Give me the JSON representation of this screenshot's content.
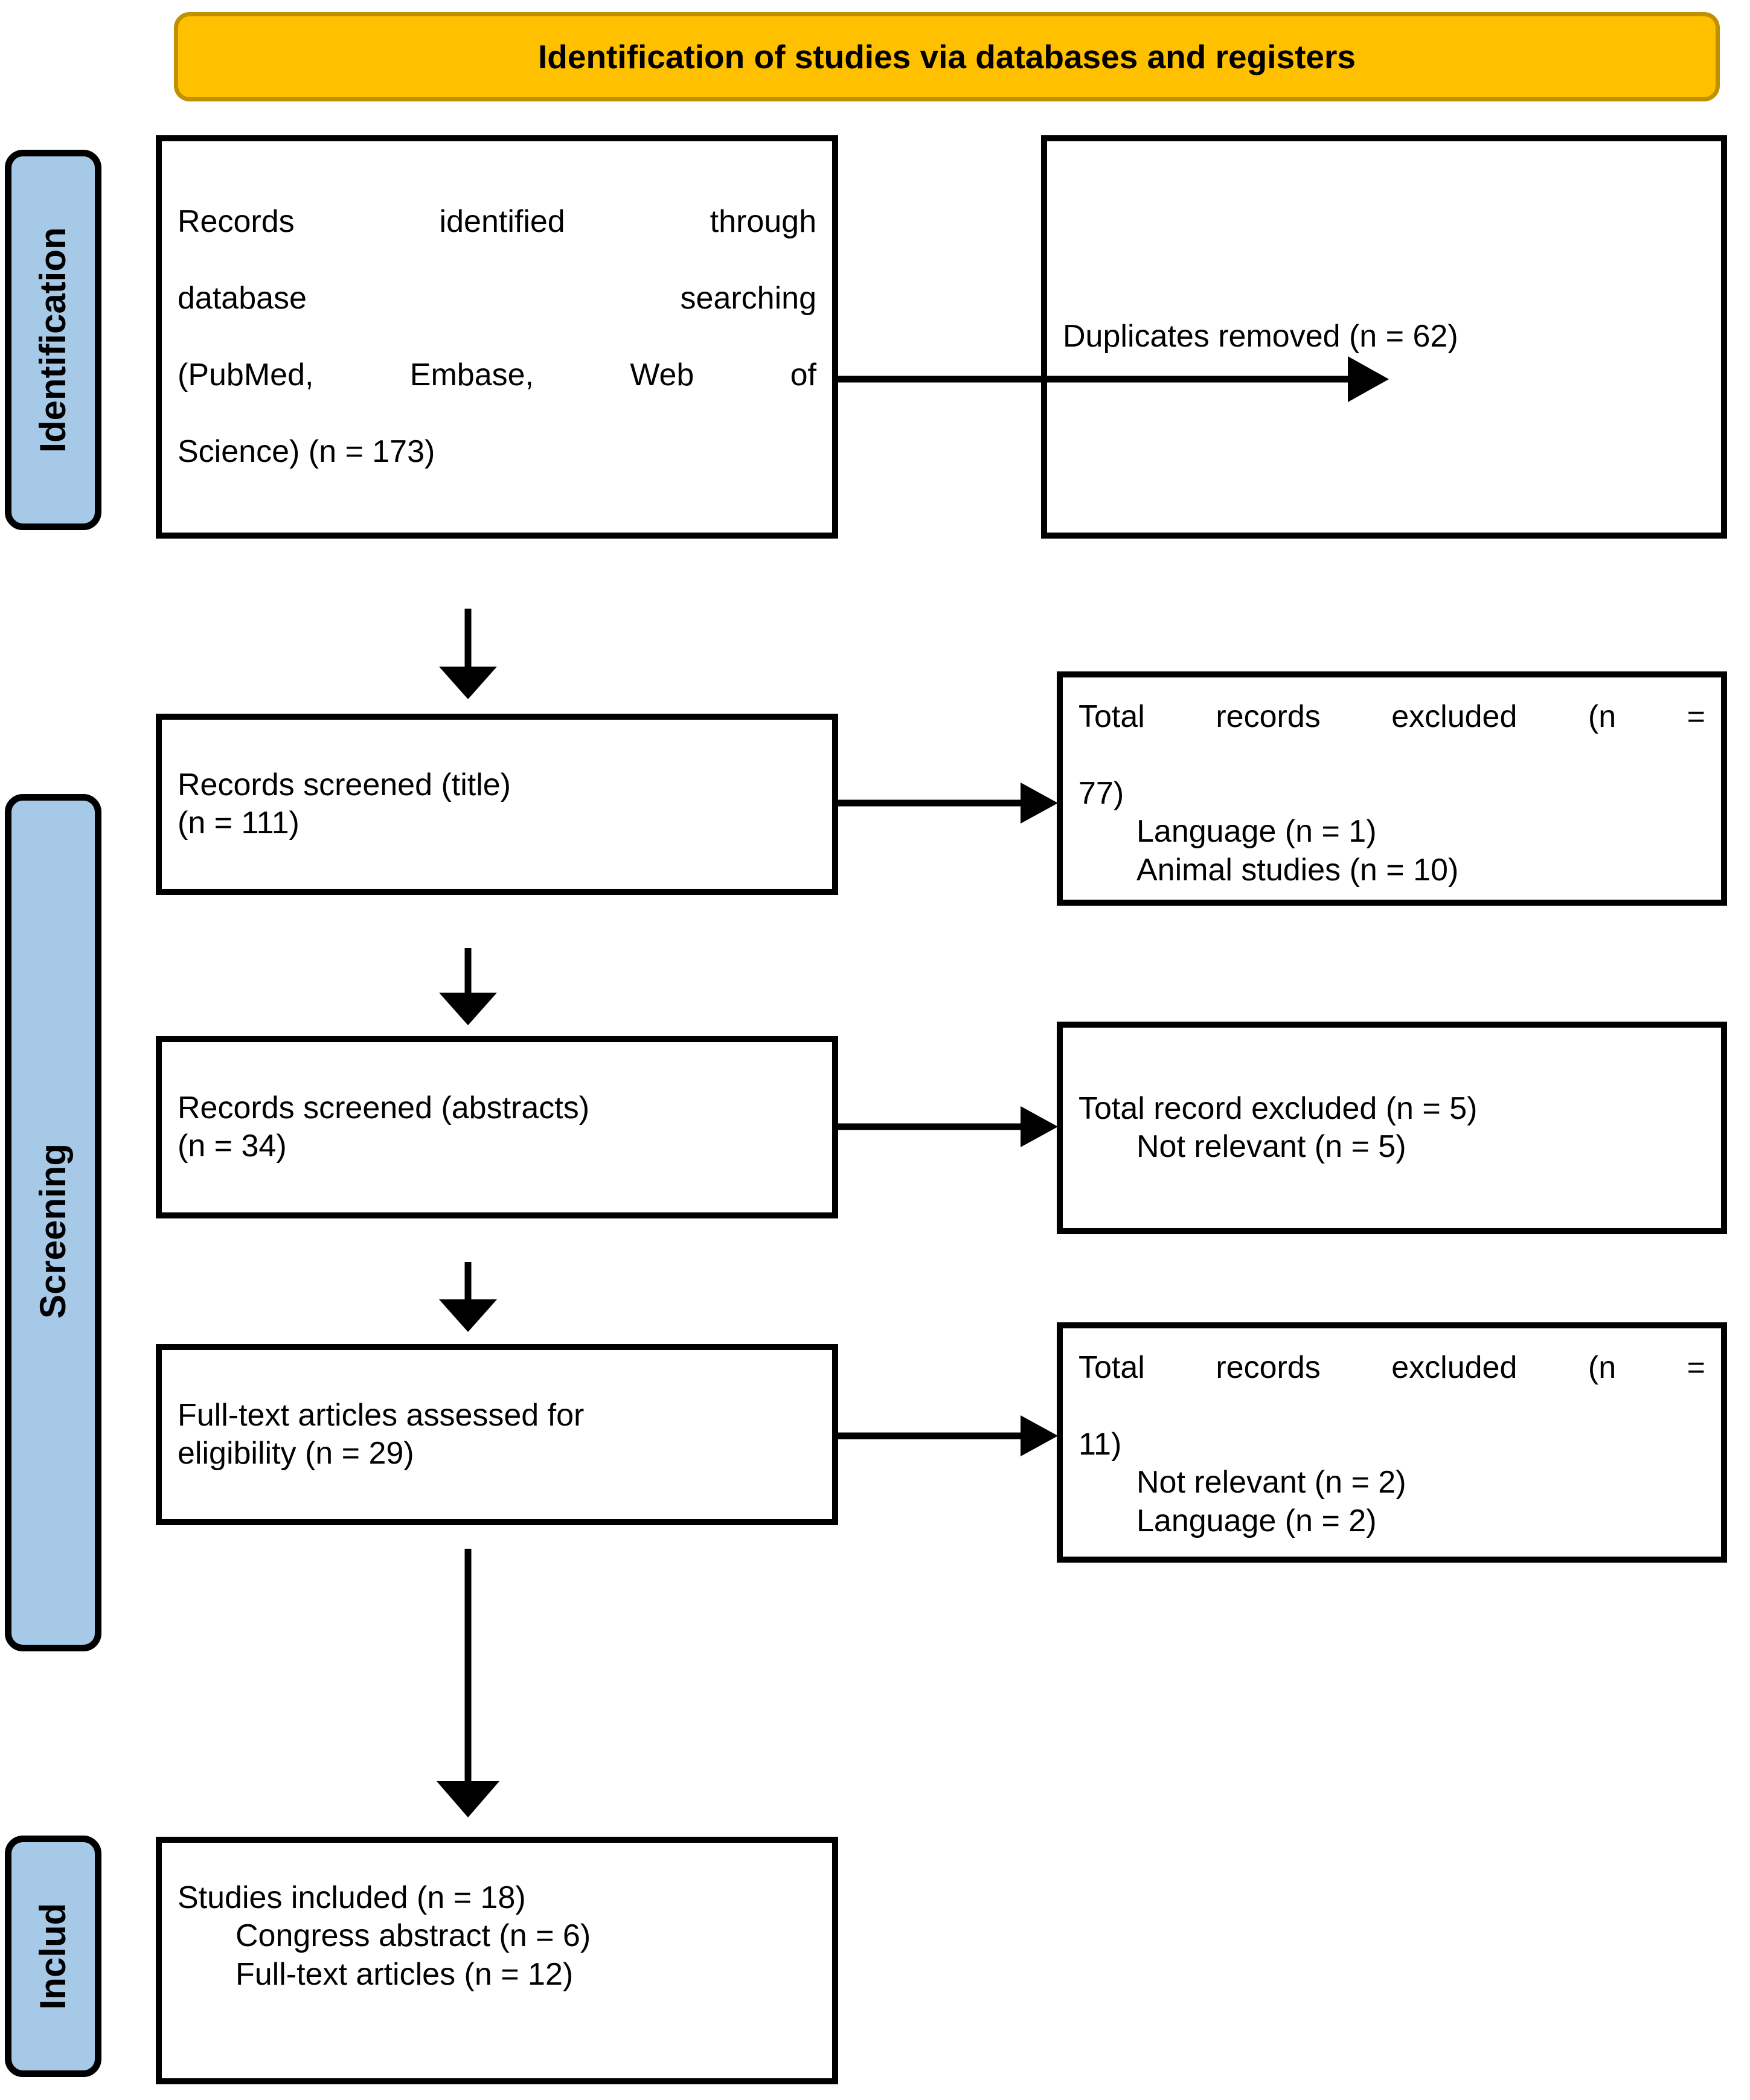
{
  "banner": {
    "title": "Identification of studies via databases and registers",
    "fill_color": "#FFC000",
    "border_color": "#BF9000"
  },
  "stages": {
    "fill_color": "#A6C9E8",
    "identification": "Identification",
    "screening": "Screening",
    "included": "Includ"
  },
  "boxes": {
    "identified": {
      "line1": "Records identified through",
      "line2": "database searching",
      "line3": "(PubMed, Embase, Web of",
      "line4": "Science) (n = 173)"
    },
    "duplicates": {
      "line1": "Duplicates removed (n = 62)"
    },
    "screened_title": {
      "line1": "Records screened (title)",
      "line2": "(n = 111)"
    },
    "excluded_title": {
      "line1": "Total records excluded (n =",
      "line2": "77)",
      "sub1": "Language (n = 1)",
      "sub2": "Animal studies (n = 10)"
    },
    "screened_abstracts": {
      "line1": "Records screened (abstracts)",
      "line2": "(n = 34)"
    },
    "excluded_abstracts": {
      "line1": "Total record excluded (n = 5)",
      "sub1": "Not relevant (n = 5)"
    },
    "fulltext": {
      "line1": "Full-text articles assessed for",
      "line2": "eligibility (n = 29)"
    },
    "excluded_fulltext": {
      "line1": "Total records excluded (n =",
      "line2": "11)",
      "sub1": "Not relevant (n = 2)",
      "sub2": "Language (n = 2)"
    },
    "included": {
      "line1": "Studies included (n = 18)",
      "sub1": "Congress abstract (n = 6)",
      "sub2": "Full-text articles (n = 12)"
    }
  },
  "chart_data": {
    "type": "diagram",
    "title": "Identification of studies via databases and registers",
    "nodes": [
      {
        "id": "identified",
        "label": "Records identified through database searching (PubMed, Embase, Web of Science)",
        "n": 173,
        "stage": "Identification"
      },
      {
        "id": "duplicates",
        "label": "Duplicates removed",
        "n": 62,
        "stage": "Identification"
      },
      {
        "id": "screened_title",
        "label": "Records screened (title)",
        "n": 111,
        "stage": "Screening"
      },
      {
        "id": "excluded_title",
        "label": "Total records excluded",
        "n": 77,
        "stage": "Screening",
        "reasons": [
          {
            "label": "Language",
            "n": 1
          },
          {
            "label": "Animal studies",
            "n": 10
          }
        ]
      },
      {
        "id": "screened_abstracts",
        "label": "Records screened (abstracts)",
        "n": 34,
        "stage": "Screening"
      },
      {
        "id": "excluded_abstracts",
        "label": "Total record excluded",
        "n": 5,
        "stage": "Screening",
        "reasons": [
          {
            "label": "Not relevant",
            "n": 5
          }
        ]
      },
      {
        "id": "fulltext",
        "label": "Full-text articles assessed for eligibility",
        "n": 29,
        "stage": "Screening"
      },
      {
        "id": "excluded_fulltext",
        "label": "Total records excluded",
        "n": 11,
        "stage": "Screening",
        "reasons": [
          {
            "label": "Not relevant",
            "n": 2
          },
          {
            "label": "Language",
            "n": 2
          }
        ]
      },
      {
        "id": "included",
        "label": "Studies included",
        "n": 18,
        "stage": "Included",
        "breakdown": [
          {
            "label": "Congress abstract",
            "n": 6
          },
          {
            "label": "Full-text articles",
            "n": 12
          }
        ]
      }
    ],
    "edges": [
      {
        "from": "identified",
        "to": "duplicates",
        "direction": "right"
      },
      {
        "from": "identified",
        "to": "screened_title",
        "direction": "down"
      },
      {
        "from": "screened_title",
        "to": "excluded_title",
        "direction": "right"
      },
      {
        "from": "screened_title",
        "to": "screened_abstracts",
        "direction": "down"
      },
      {
        "from": "screened_abstracts",
        "to": "excluded_abstracts",
        "direction": "right"
      },
      {
        "from": "screened_abstracts",
        "to": "fulltext",
        "direction": "down"
      },
      {
        "from": "fulltext",
        "to": "excluded_fulltext",
        "direction": "right"
      },
      {
        "from": "fulltext",
        "to": "included",
        "direction": "down"
      }
    ]
  }
}
